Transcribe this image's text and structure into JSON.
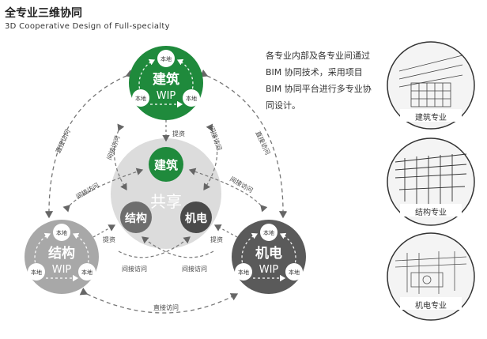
{
  "title": "全专业三维协同",
  "subtitle": "3D Cooperative Design of Full-specialty",
  "description": "各专业内部及各专业间通过 BIM 协同技术，采用项目 BIM 协同平台进行多专业协同设计。",
  "nodes": {
    "arch": {
      "name": "建筑",
      "wip": "WIP",
      "color": "#1f8a3c"
    },
    "struct": {
      "name": "结构",
      "wip": "WIP",
      "color": "#a8a8a8"
    },
    "mep": {
      "name": "机电",
      "wip": "WIP",
      "color": "#5a5a5a"
    }
  },
  "local_label": "本地",
  "shared": {
    "label": "共享",
    "arch": "建筑",
    "struct": "结构",
    "mep": "机电"
  },
  "edges": {
    "submit": "提资",
    "indirect": "间接访问",
    "direct": "直接访问"
  },
  "thumbnails": [
    {
      "caption": "建筑专业"
    },
    {
      "caption": "结构专业"
    },
    {
      "caption": "机电专业"
    }
  ]
}
